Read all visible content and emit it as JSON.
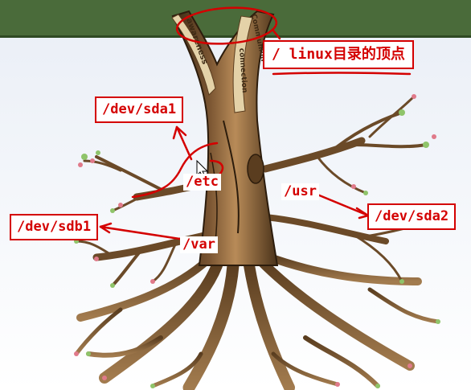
{
  "labels": {
    "root_note": "/ linux目录的顶点",
    "dev_sda1": "/dev/sda1",
    "etc": "/etc",
    "usr": "/usr",
    "dev_sda2": "/dev/sda2",
    "dev_sdb1": "/dev/sdb1",
    "var": "/var"
  },
  "trunk_text": {
    "left": "awareness",
    "right_top": "Communion",
    "right_bottom": "connection"
  },
  "colors": {
    "accent": "#d40000",
    "banner": "#4a6b3a",
    "sky": "#dfe7f2",
    "bark_dark": "#3e2a14",
    "bark_light": "#b88b58",
    "leaf": "#8fc46a",
    "blossom": "#e07a8a"
  }
}
